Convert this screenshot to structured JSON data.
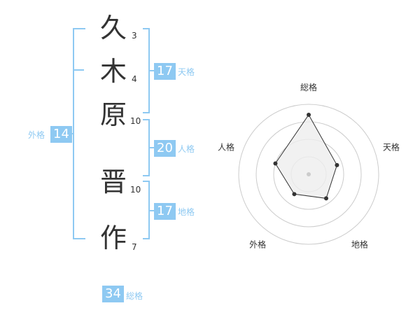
{
  "name": {
    "chars": [
      {
        "char": "久",
        "strokes": "3"
      },
      {
        "char": "木",
        "strokes": "4"
      },
      {
        "char": "原",
        "strokes": "10"
      },
      {
        "char": "晋",
        "strokes": "10"
      },
      {
        "char": "作",
        "strokes": "7"
      }
    ]
  },
  "fortune": {
    "ten": {
      "value": "17",
      "label": "天格"
    },
    "jin": {
      "value": "20",
      "label": "人格"
    },
    "chi": {
      "value": "17",
      "label": "地格"
    },
    "gai": {
      "value": "14",
      "label": "外格"
    },
    "so": {
      "value": "34",
      "label": "総格"
    }
  },
  "colors": {
    "accent": "#8ec9f2",
    "text": "#333333",
    "grid": "#cccccc"
  },
  "chart_data": {
    "type": "radar",
    "axes": [
      "総格",
      "天格",
      "地格",
      "外格",
      "人格"
    ],
    "values": [
      34,
      17,
      17,
      14,
      20
    ],
    "rings": 4
  }
}
